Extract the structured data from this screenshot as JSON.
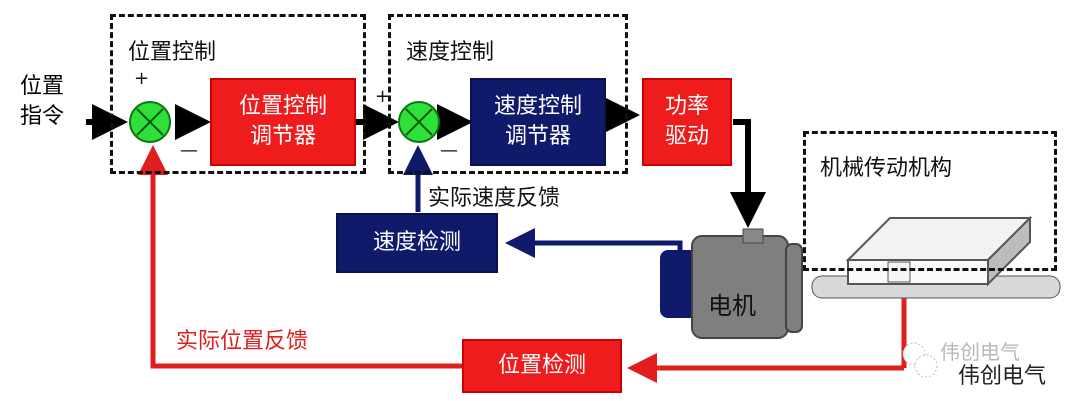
{
  "input_label": [
    "位置",
    "指令"
  ],
  "groups": {
    "position_control": "位置控制",
    "speed_control": "速度控制",
    "mechanical": "机械传动机构"
  },
  "blocks": {
    "position_regulator": [
      "位置控制",
      "调节器"
    ],
    "speed_regulator": [
      "速度控制",
      "调节器"
    ],
    "power_drive": [
      "功率",
      "驱动"
    ],
    "speed_detect": "速度检测",
    "position_detect": "位置检测",
    "motor": "电机"
  },
  "signs": {
    "plus": "+",
    "minus": "—"
  },
  "feedback": {
    "speed": "实际速度反馈",
    "position": "实际位置反馈"
  },
  "watermark": [
    "伟创电气",
    "伟创电气"
  ],
  "colors": {
    "red_block": "#ee1c1c",
    "navy_block": "#0f1a6b",
    "summing_junction": "#2fe03a",
    "feedback_red": "#e01e1e",
    "feedback_navy": "#0f1a6b"
  }
}
